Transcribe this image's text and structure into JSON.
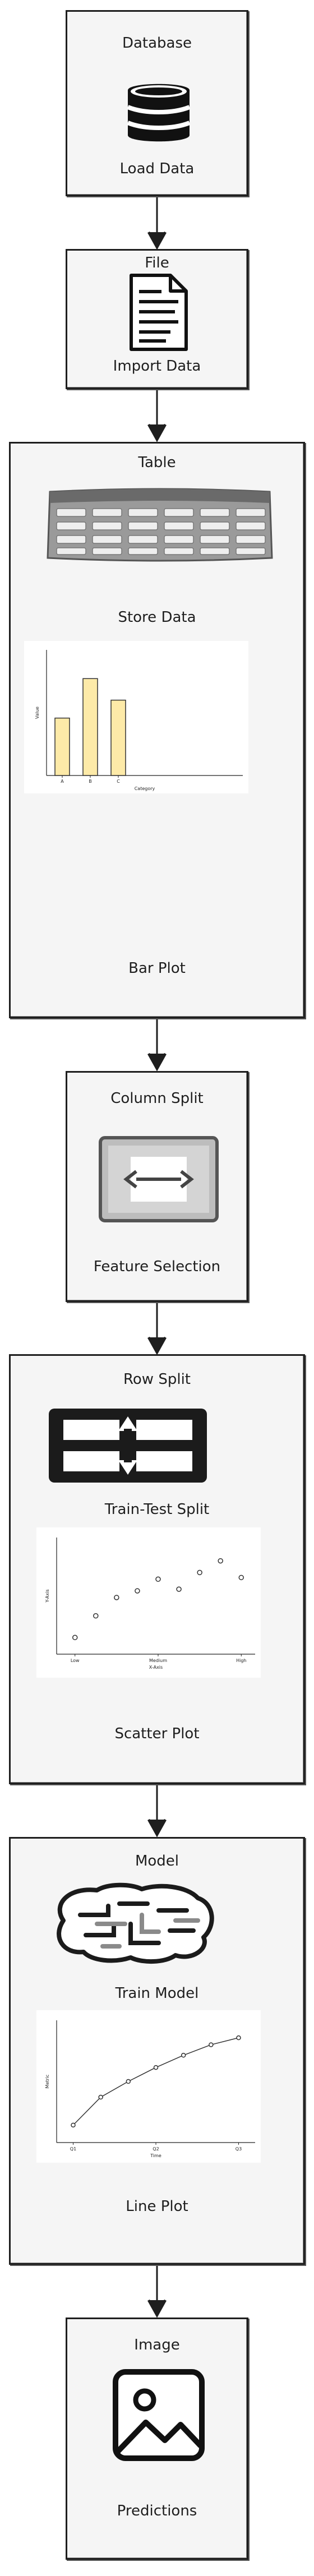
{
  "diagram": {
    "nodes": [
      {
        "id": "database",
        "title": "Database",
        "caption": "Load Data",
        "icon": "database-icon"
      },
      {
        "id": "file",
        "title": "File",
        "caption": "Import Data",
        "icon": "document-icon"
      },
      {
        "id": "table",
        "title": "Table",
        "caption": "Store Data",
        "icon": "table-icon",
        "figure_caption": "Bar Plot"
      },
      {
        "id": "column-split",
        "title": "Column Split",
        "caption": "Feature Selection",
        "icon": "column-split-icon"
      },
      {
        "id": "row-split",
        "title": "Row Split",
        "caption": "Train-Test Split",
        "icon": "row-split-icon",
        "figure_caption": "Scatter Plot"
      },
      {
        "id": "model",
        "title": "Model",
        "caption": "Train Model",
        "icon": "brain-icon",
        "figure_caption": "Line Plot"
      },
      {
        "id": "image",
        "title": "Image",
        "caption": "Predictions",
        "icon": "image-icon"
      }
    ],
    "edges": [
      [
        "database",
        "file"
      ],
      [
        "file",
        "table"
      ],
      [
        "table",
        "column-split"
      ],
      [
        "column-split",
        "row-split"
      ],
      [
        "row-split",
        "model"
      ],
      [
        "model",
        "image"
      ]
    ]
  },
  "chart_data": [
    {
      "type": "bar",
      "categories": [
        "A",
        "B",
        "C"
      ],
      "values": [
        3.2,
        5.4,
        4.2
      ],
      "xlabel": "Category",
      "ylabel": "Value",
      "ylim": [
        0,
        7
      ],
      "colors": {
        "bar": "#fdeaa8",
        "edge": "#333333"
      }
    },
    {
      "type": "scatter",
      "x_categories": [
        "Low",
        "Medium",
        "High"
      ],
      "x": [
        0.0,
        0.3,
        0.6,
        0.9,
        1.2,
        1.5,
        1.8,
        2.1,
        2.4
      ],
      "y": [
        1.0,
        2.3,
        3.4,
        3.8,
        4.5,
        3.9,
        4.9,
        5.6,
        4.6
      ],
      "xlabel": "X-Axis",
      "ylabel": "Y-Axis",
      "ylim": [
        0,
        7
      ],
      "colors": {
        "marker": "#333333"
      }
    },
    {
      "type": "line",
      "categories": [
        "Q1",
        "Q2",
        "Q3"
      ],
      "x": [
        0.0,
        0.5,
        1.0,
        1.5,
        2.0,
        2.5,
        3.0
      ],
      "y": [
        1.0,
        2.6,
        3.5,
        4.3,
        5.0,
        5.6,
        6.0
      ],
      "xlabel": "Time",
      "ylabel": "Metric",
      "ylim": [
        0,
        7
      ],
      "colors": {
        "line": "#333333"
      }
    }
  ]
}
